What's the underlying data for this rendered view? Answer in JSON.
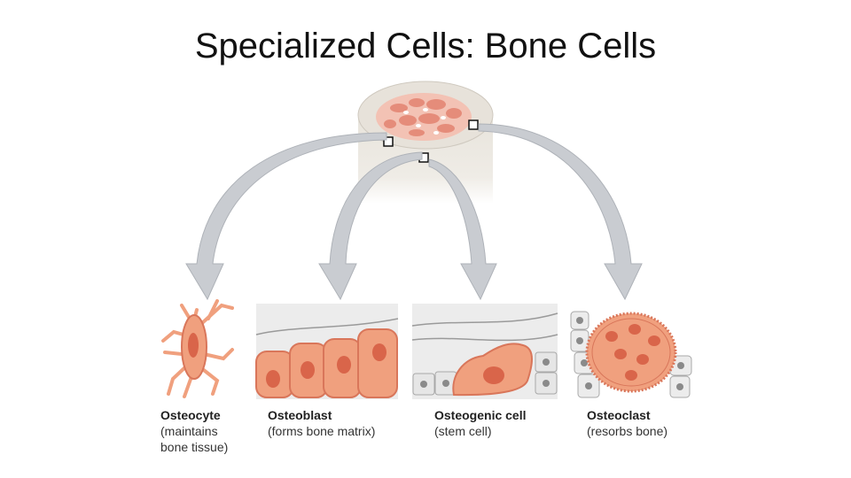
{
  "slide": {
    "title": "Specialized Cells: Bone Cells"
  },
  "cells": [
    {
      "name": "Osteocyte",
      "description": "(maintains\nbone tissue)"
    },
    {
      "name": "Osteoblast",
      "description": "(forms bone matrix)"
    },
    {
      "name": "Osteogenic cell",
      "description": "(stem cell)"
    },
    {
      "name": "Osteoclast",
      "description": "(resorbs bone)"
    }
  ],
  "colors": {
    "cell_fill": "#f0a07e",
    "cell_stroke": "#d9765a",
    "nucleus": "#d9654a",
    "bone": "#ece8e0",
    "arrow": "#c9ccd1",
    "cell_background": "#ececec"
  }
}
